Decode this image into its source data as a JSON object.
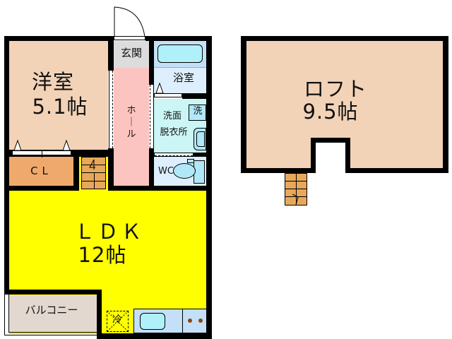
{
  "floor1": {
    "rooms": {
      "western_room": {
        "name": "洋室",
        "size": "5.1帖",
        "color": "#f2d3b7"
      },
      "closet": {
        "name": "CL",
        "color": "#f0a96c"
      },
      "entrance": {
        "name": "玄関",
        "color": "#dcdcdc"
      },
      "hall": {
        "name": "ホ｜ル",
        "color": "#fcc4c0"
      },
      "bathroom": {
        "name": "浴室",
        "color": "#ddeefc"
      },
      "washroom": {
        "name_line1": "洗面",
        "name_line2": "脱衣所",
        "color": "#ccf5f5"
      },
      "washer": {
        "name": "洗"
      },
      "toilet": {
        "name": "WC",
        "color": "#ddeefc"
      },
      "ldk": {
        "name": "ＬＤＫ",
        "size": "12帖",
        "color": "#ffff00"
      },
      "balcony": {
        "name": "バルコニー",
        "color": "#e2d8d0"
      },
      "fridge": {
        "name": "冷"
      }
    }
  },
  "loft": {
    "name": "ロフト",
    "size": "9.5帖",
    "color": "#f2d3b7"
  },
  "colors": {
    "wall": "#000000",
    "stairs": "#e8a85c",
    "fixture_blue": "#b0e8f8",
    "kitchen_counter": "#c4e0f8",
    "stove_burner": "#8b4513"
  }
}
